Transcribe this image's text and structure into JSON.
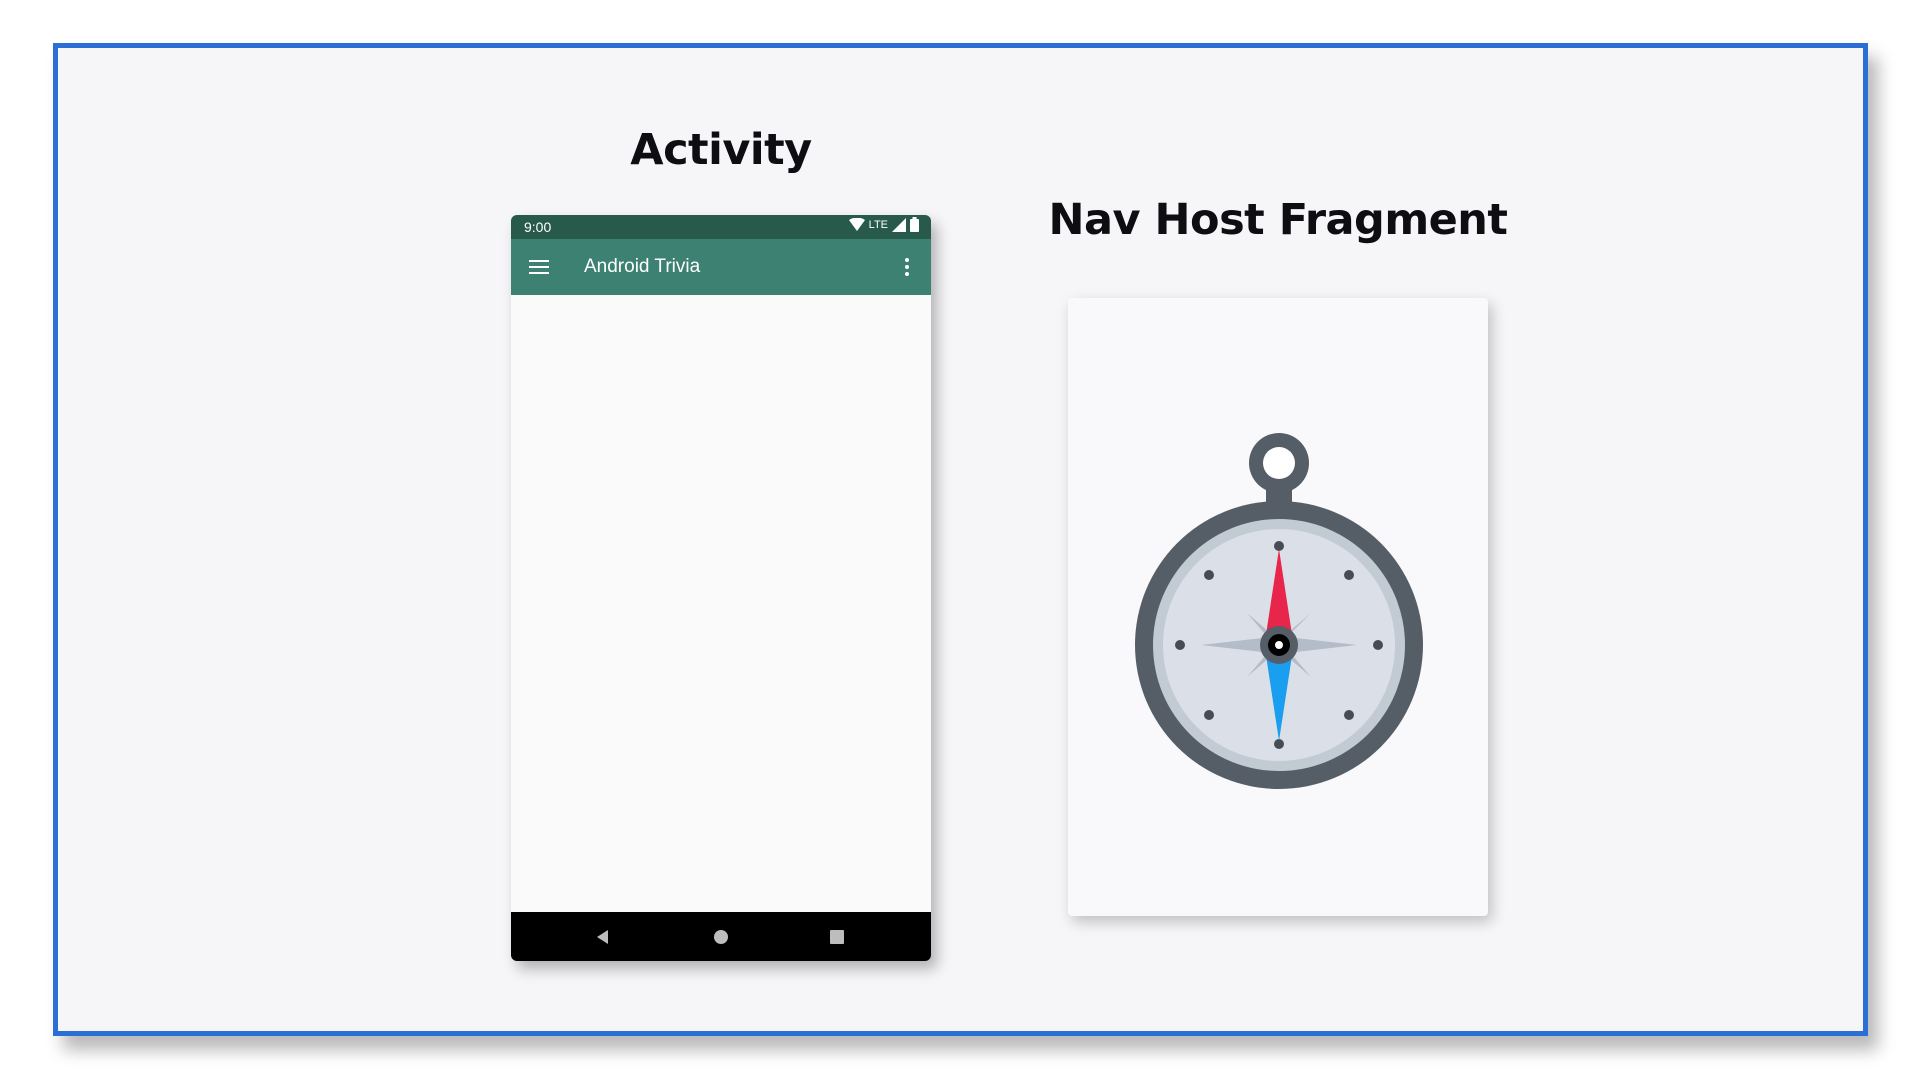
{
  "labels": {
    "activity": "Activity",
    "nav_host_fragment": "Nav Host Fragment"
  },
  "phone": {
    "status_time": "9:00",
    "network_type": "LTE",
    "app_title": "Android Trivia",
    "icons": {
      "menu": "hamburger-menu-icon",
      "overflow": "more-vert-icon",
      "wifi": "wifi-icon",
      "signal": "cell-signal-icon",
      "battery": "battery-icon",
      "nav_back": "back-triangle-icon",
      "nav_home": "home-circle-icon",
      "nav_recent": "recent-square-icon"
    }
  },
  "fragment": {
    "icon": "compass-icon"
  },
  "colors": {
    "slide_border": "#2b6fd6",
    "slide_background": "#f6f5f8",
    "status_bar": "#285a4c",
    "app_bar": "#3d8173",
    "compass_body": "#555d66",
    "compass_face": "#dbe0e8",
    "needle_north": "#e8254a",
    "needle_south": "#1a9ef0"
  }
}
